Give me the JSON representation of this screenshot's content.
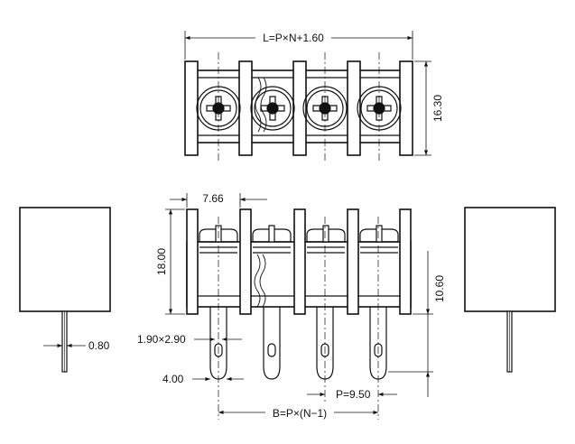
{
  "dimensions": {
    "overall_length": "L=P×N+1.60",
    "height_side": "16.30",
    "pitch_width": "7.66",
    "body_height": "18.00",
    "pin_length": "10.60",
    "pin_section": "1.90×2.90",
    "pin_thickness": "0.80",
    "pin_offset": "4.00",
    "pitch": "P=9.50",
    "span": "B=P×(N−1)"
  },
  "colors": {
    "line": "#111111",
    "background": "#ffffff"
  },
  "icons": {
    "terminal_screw": "cross-slot-screw-icon"
  }
}
